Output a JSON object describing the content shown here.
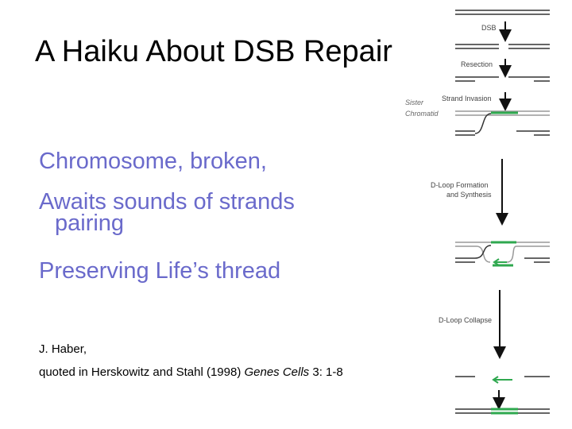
{
  "slide": {
    "title": "A Haiku About DSB Repair",
    "poem": {
      "line1": "Chromosome, broken,",
      "line2": "Awaits sounds of strands",
      "line2_cont": "pairing",
      "line3": "Preserving Life’s thread"
    },
    "citation": {
      "author": "J. Haber,",
      "source_prefix": "quoted in Herskowitz and Stahl (1998) ",
      "journal": "Genes Cells",
      "volume_pages": " 3: 1-8"
    }
  },
  "diagram": {
    "labels": {
      "dsb": "DSB",
      "resection": "Resection",
      "strand_invasion": "Strand Invasion",
      "sister_line1": "Sister",
      "sister_line2": "Chromatid",
      "dloop_formation_line1": "D-Loop Formation",
      "dloop_formation_line2": "and Synthesis",
      "dloop_collapse": "D-Loop Collapse"
    },
    "colors": {
      "dna": "#333333",
      "sister": "#999999",
      "new_synthesis": "#2fa84f",
      "arrow": "#111111"
    }
  }
}
